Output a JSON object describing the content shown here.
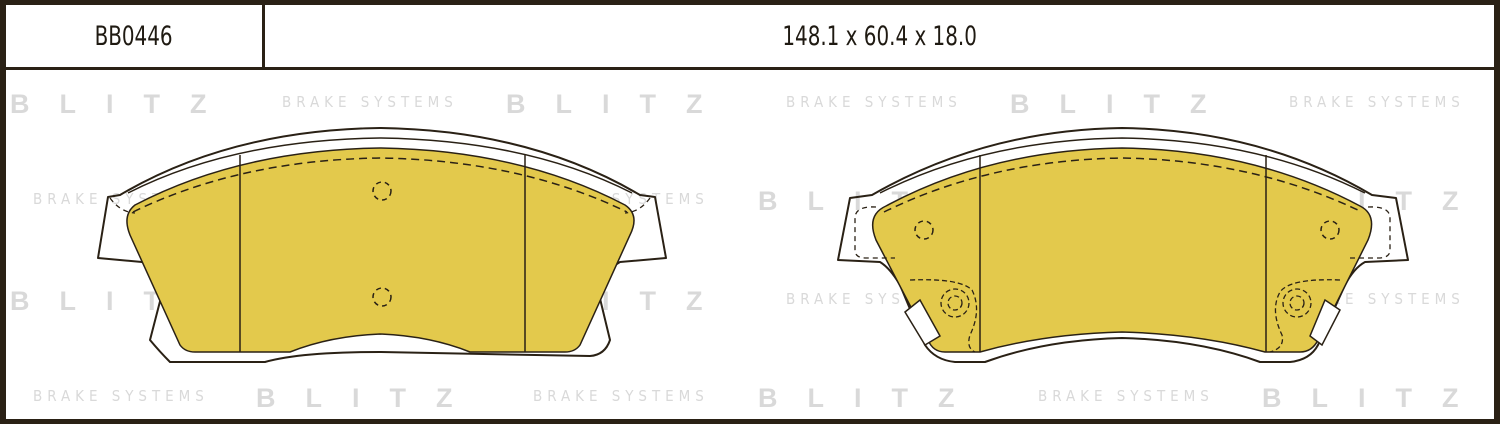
{
  "header": {
    "part_code": "BB0446",
    "dimensions": "148.1 x 60.4 x 18.0"
  },
  "watermark": {
    "brand": "BLITZ",
    "tagline": "BRAKE SYSTEMS"
  },
  "colors": {
    "frame": "#2a2115",
    "pad_fill": "#e3c94c",
    "outline": "#2a2115",
    "watermark": "#d9d9d9"
  },
  "pads": [
    {
      "name": "left-pad",
      "shims": [
        "upper-hole",
        "lower-hole"
      ]
    },
    {
      "name": "right-pad",
      "features": [
        "wear-sensor-left",
        "wear-sensor-right"
      ]
    }
  ]
}
